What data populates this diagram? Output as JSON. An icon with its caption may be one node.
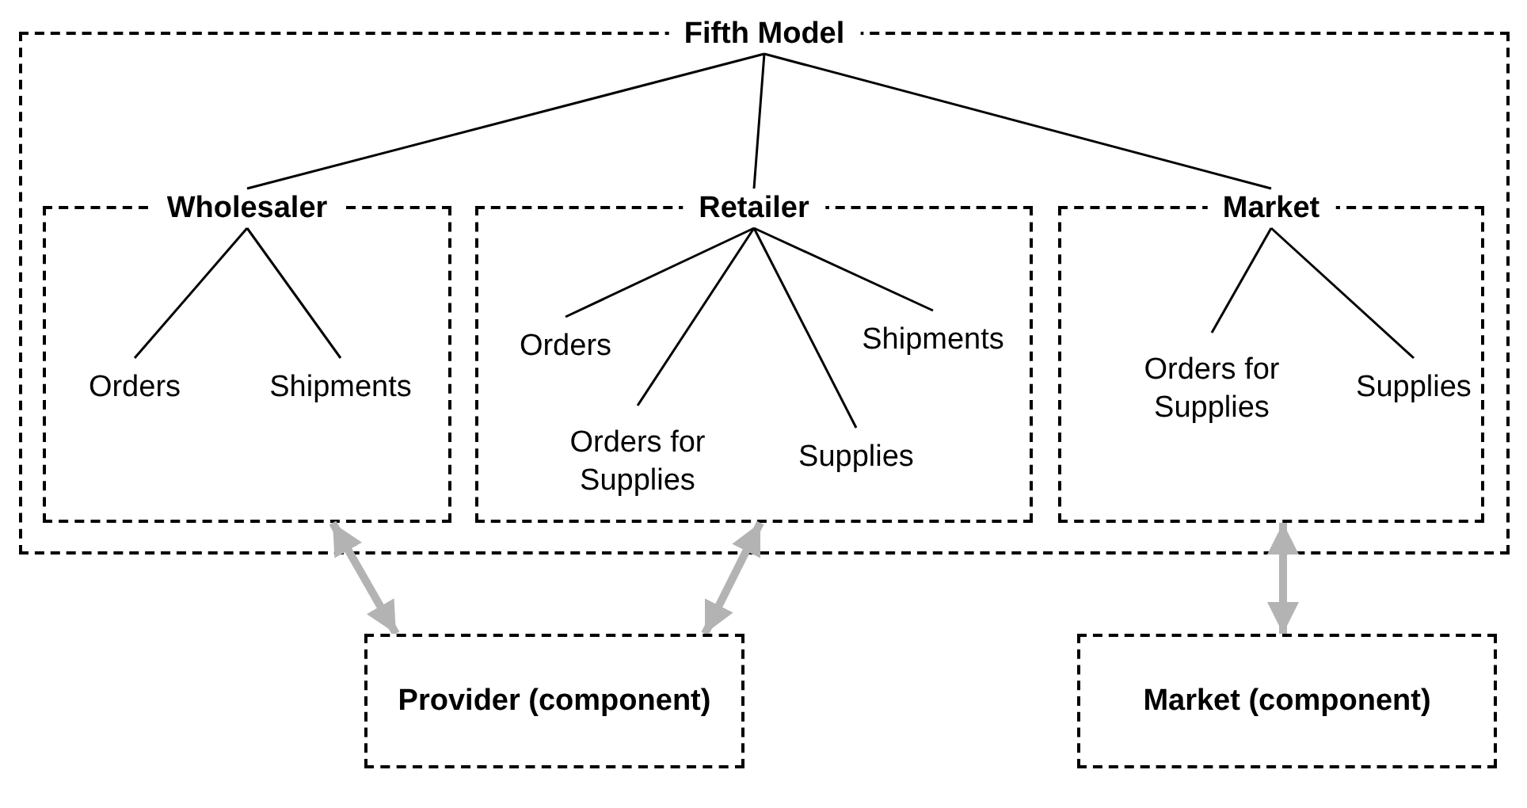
{
  "diagram": {
    "nodes": [
      {
        "text": [
          "Fifth Model"
        ]
      },
      {
        "text": [
          "Wholesaler"
        ],
        "in": 0
      },
      {
        "text": [
          "Orders"
        ],
        "in": 1
      },
      {
        "text": [
          "Shipments"
        ],
        "in": 1
      },
      {
        "text": [
          "Retailer"
        ],
        "in": 0
      },
      {
        "text": [
          "Orders"
        ],
        "in": 4
      },
      {
        "text": [
          "Orders for Supplies"
        ],
        "in": 4
      },
      {
        "text": [
          "Supplies"
        ],
        "in": 4
      },
      {
        "text": [
          "Shipments"
        ],
        "in": 4
      },
      {
        "text": [
          "Market"
        ],
        "in": 0
      },
      {
        "text": [
          "Orders for Supplies"
        ],
        "in": 9
      },
      {
        "text": [
          "Supplies"
        ],
        "in": 9
      },
      {
        "text": [
          "Provider (component)"
        ]
      },
      {
        "text": [
          "Market (component)"
        ]
      }
    ],
    "edges": [
      {
        "from": 0,
        "to": 1,
        "arrow": "none"
      },
      {
        "from": 0,
        "to": 4,
        "arrow": "none"
      },
      {
        "from": 0,
        "to": 9,
        "arrow": "none"
      },
      {
        "from": 1,
        "to": 2,
        "arrow": "none"
      },
      {
        "from": 1,
        "to": 3,
        "arrow": "none"
      },
      {
        "from": 4,
        "to": 5,
        "arrow": "none"
      },
      {
        "from": 4,
        "to": 6,
        "arrow": "none"
      },
      {
        "from": 4,
        "to": 7,
        "arrow": "none"
      },
      {
        "from": 4,
        "to": 8,
        "arrow": "none"
      },
      {
        "from": 9,
        "to": 10,
        "arrow": "none"
      },
      {
        "from": 9,
        "to": 11,
        "arrow": "none"
      },
      {
        "from": 1,
        "to": 12,
        "arrow": "both",
        "style": "thick",
        "color": "#b3b3b3"
      },
      {
        "from": 4,
        "to": 12,
        "arrow": "both",
        "style": "thick",
        "color": "#b3b3b3"
      },
      {
        "from": 9,
        "to": 13,
        "arrow": "both",
        "style": "thick",
        "color": "#b3b3b3"
      }
    ]
  }
}
